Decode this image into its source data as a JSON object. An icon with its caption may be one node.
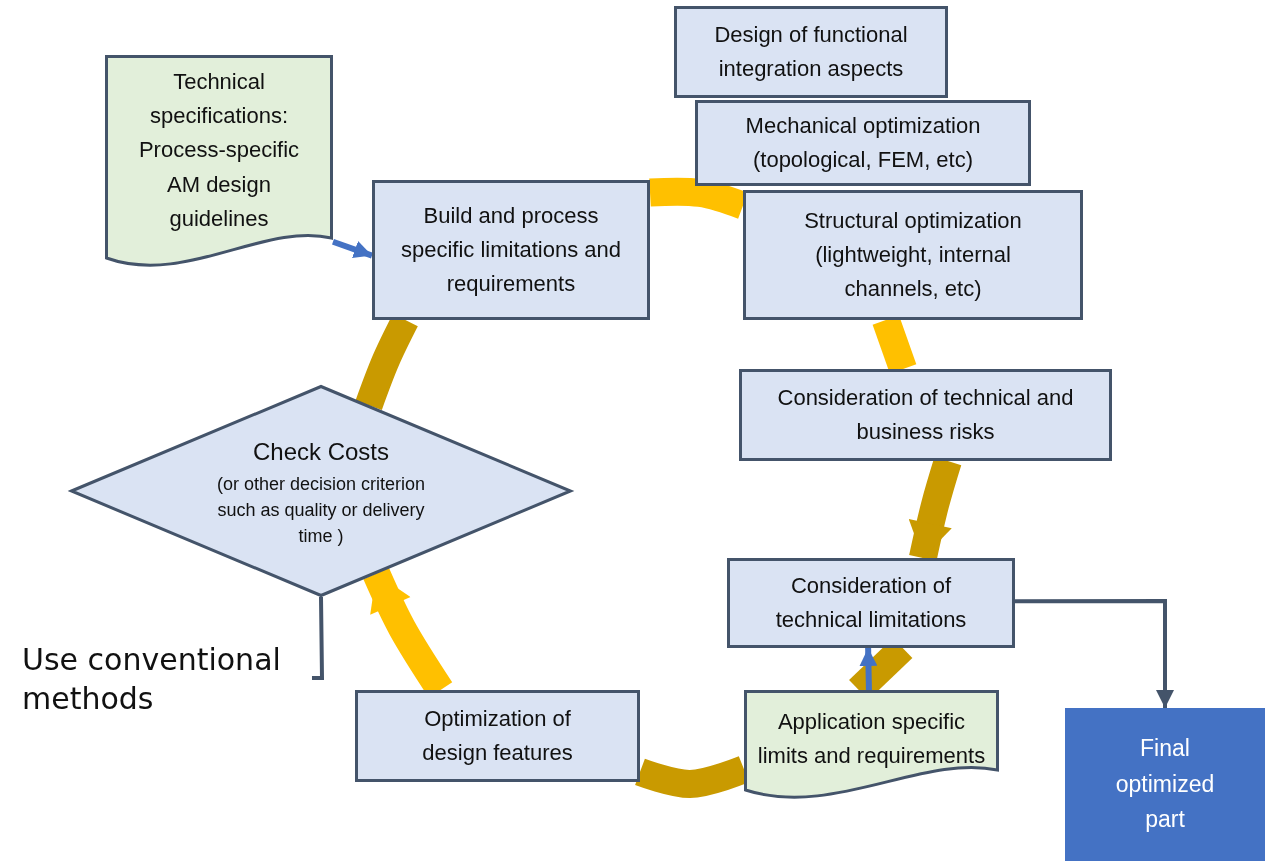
{
  "diagram": {
    "nodes": [
      {
        "text": [
          "Technical specifications: Process-specific AM design guidelines"
        ]
      },
      {
        "text": [
          "Build and process specific limitations and requirements"
        ]
      },
      {
        "text": [
          "Design of functional integration aspects"
        ]
      },
      {
        "text": [
          "Mechanical optimization (topological, FEM, etc)"
        ]
      },
      {
        "text": [
          "Structural optimization (lightweight, internal channels, etc)"
        ]
      },
      {
        "text": [
          "Consideration of technical and business risks"
        ]
      },
      {
        "text": [
          "Check Costs",
          "(or other decision criterion such as quality or delivery time )"
        ]
      },
      {
        "text": [
          "Consideration of technical limitations"
        ]
      },
      {
        "text": [
          "Use conventional methods"
        ]
      },
      {
        "text": [
          "Optimization of design features"
        ]
      },
      {
        "text": [
          "Application specific limits and requirements"
        ]
      },
      {
        "text": [
          "Final optimized part"
        ]
      }
    ],
    "edges": [
      {
        "from": 0,
        "to": 1,
        "arrow": "to",
        "color": "#4472c4"
      },
      {
        "from": 1,
        "to": 4,
        "arrow": "none",
        "color": "#ffc000"
      },
      {
        "from": 4,
        "to": 5,
        "arrow": "none",
        "color": "#ffc000"
      },
      {
        "from": 5,
        "to": 7,
        "arrow": "to",
        "color": "#c99a00"
      },
      {
        "from": 7,
        "to": 10,
        "arrow": "none",
        "color": "#c99a00"
      },
      {
        "from": 10,
        "to": 9,
        "arrow": "none",
        "color": "#c99a00"
      },
      {
        "from": 9,
        "to": 6,
        "arrow": "to",
        "color": "#ffc000"
      },
      {
        "from": 6,
        "to": 1,
        "arrow": "none",
        "color": "#c99a00"
      },
      {
        "from": 6,
        "to": 8,
        "arrow": "none",
        "color": "#44546a"
      },
      {
        "from": 10,
        "to": 7,
        "arrow": "to",
        "color": "#4472c4"
      },
      {
        "from": 7,
        "to": 11,
        "arrow": "to",
        "color": "#44546a"
      }
    ]
  }
}
